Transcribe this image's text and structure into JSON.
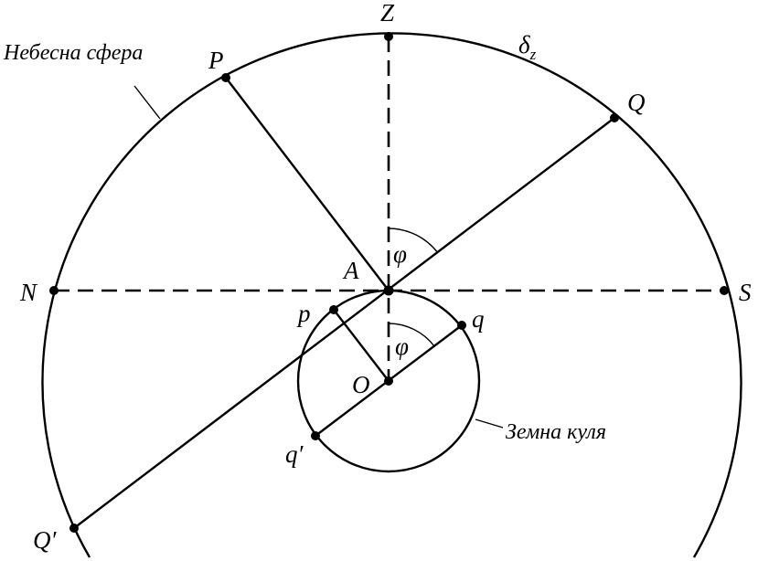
{
  "labels": {
    "celestial_sphere": "Небесна сфера",
    "earth": "Земна куля",
    "zenith": "Z",
    "north": "N",
    "south": "S",
    "observer": "A",
    "center": "O",
    "pole": "P",
    "equator_point": "Q",
    "equator_point_opposite": "Q′",
    "earth_pole": "p",
    "earth_equator_point": "q",
    "earth_equator_point_opposite": "q′",
    "latitude_angle_top": "φ",
    "latitude_angle_bottom": "φ",
    "declination_label_main": "δ",
    "declination_label_sub": "z"
  },
  "colors": {
    "ink": "#000000",
    "background": "#ffffff"
  }
}
